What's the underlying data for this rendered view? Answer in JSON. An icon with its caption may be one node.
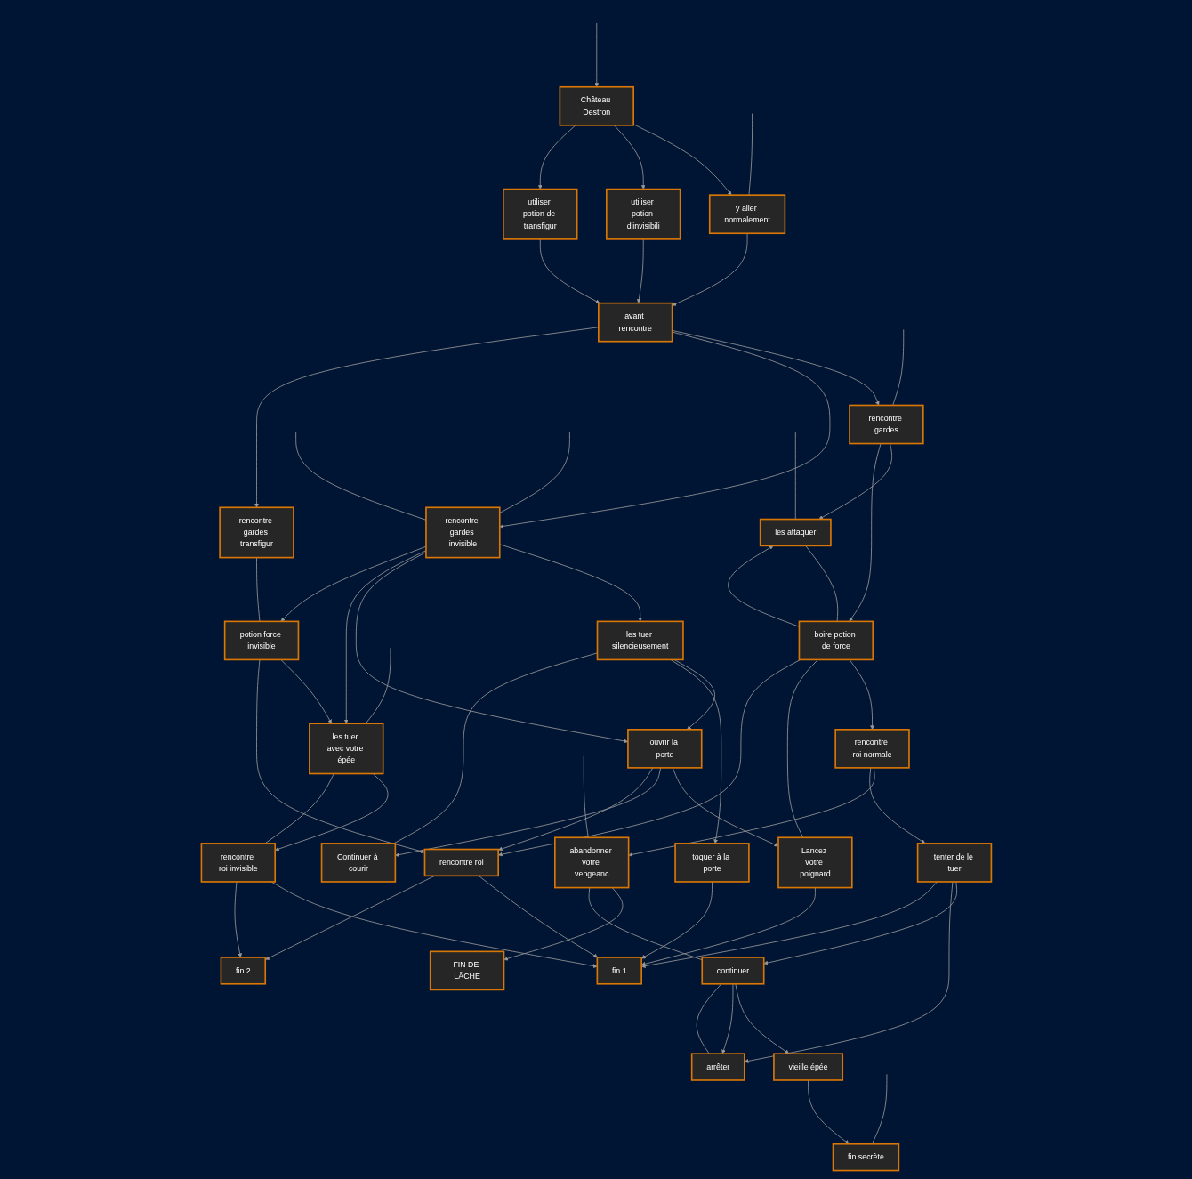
{
  "diagram": {
    "nodes": [
      {
        "text": [
          "Château Destron"
        ]
      },
      {
        "text": [
          "y aller normalement"
        ]
      },
      {
        "text": [
          "utiliser potion d'invisibili"
        ]
      },
      {
        "text": [
          "utiliser potion de transfigur"
        ]
      },
      {
        "text": [
          "avant rencontre"
        ]
      },
      {
        "text": [
          "rencontre gardes"
        ]
      },
      {
        "text": [
          "rencontre gardes invisible"
        ]
      },
      {
        "text": [
          "rencontre gardes transfigur"
        ]
      },
      {
        "text": [
          "les attaquer"
        ]
      },
      {
        "text": [
          "boire potion de force"
        ]
      },
      {
        "text": [
          "les tuer silencieusement"
        ]
      },
      {
        "text": [
          "ouvrir la porte"
        ]
      },
      {
        "text": [
          "les tuer avec votre épée"
        ]
      },
      {
        "text": [
          "potion force invisible"
        ]
      },
      {
        "text": [
          "rencontre roi normale"
        ]
      },
      {
        "text": [
          "toquer à la porte"
        ]
      },
      {
        "text": [
          "Lancez votre poignard"
        ]
      },
      {
        "text": [
          "Continuer à courir"
        ]
      },
      {
        "text": [
          "rencontre roi"
        ]
      },
      {
        "text": [
          "rencontre roi invisible"
        ]
      },
      {
        "text": [
          "abandonner votre vengeanc"
        ]
      },
      {
        "text": [
          "tenter de le tuer"
        ]
      },
      {
        "text": [
          "continuer"
        ]
      },
      {
        "text": [
          "vieille épée"
        ]
      },
      {
        "text": [
          "FIN DE LÂCHE"
        ]
      },
      {
        "text": [
          "fin secrète"
        ]
      },
      {
        "text": [
          "arrêter"
        ]
      },
      {
        "text": [
          "fin 1"
        ]
      },
      {
        "text": [
          "fin 2"
        ]
      }
    ],
    "edges": [
      {
        "from": null,
        "to": 0,
        "arrow": "to"
      },
      {
        "from": 0,
        "to": 1,
        "arrow": "to"
      },
      {
        "from": 0,
        "to": 2,
        "arrow": "to"
      },
      {
        "from": 0,
        "to": 3,
        "arrow": "to"
      },
      {
        "from": 1,
        "to": 4,
        "arrow": "to"
      },
      {
        "from": 2,
        "to": 4,
        "arrow": "to"
      },
      {
        "from": 3,
        "to": 4,
        "arrow": "to"
      },
      {
        "from": 4,
        "to": 5,
        "arrow": "to"
      },
      {
        "from": 4,
        "to": 6,
        "arrow": "to"
      },
      {
        "from": 4,
        "to": 7,
        "arrow": "to"
      },
      {
        "from": 5,
        "to": 8,
        "arrow": "to"
      },
      {
        "from": 5,
        "to": 9,
        "arrow": "to"
      },
      {
        "from": 9,
        "to": 8,
        "arrow": "to"
      },
      {
        "from": 8,
        "to": 9,
        "arrow": "none"
      },
      {
        "from": 9,
        "to": 14,
        "arrow": "to"
      },
      {
        "from": 9,
        "to": 16,
        "arrow": "none"
      },
      {
        "from": 6,
        "to": 10,
        "arrow": "to"
      },
      {
        "from": 6,
        "to": 11,
        "arrow": "to"
      },
      {
        "from": 6,
        "to": 12,
        "arrow": "to"
      },
      {
        "from": 6,
        "to": 13,
        "arrow": "to"
      },
      {
        "from": 10,
        "to": 11,
        "arrow": "to"
      },
      {
        "from": 13,
        "to": 12,
        "arrow": "to"
      },
      {
        "from": 7,
        "to": 13,
        "arrow": "none"
      },
      {
        "from": 10,
        "to": 15,
        "arrow": "to"
      },
      {
        "from": 10,
        "to": 17,
        "arrow": "none"
      },
      {
        "from": 11,
        "to": 16,
        "arrow": "to"
      },
      {
        "from": 11,
        "to": 17,
        "arrow": "to"
      },
      {
        "from": 11,
        "to": 18,
        "arrow": "to"
      },
      {
        "from": 13,
        "to": 18,
        "arrow": "to"
      },
      {
        "from": 9,
        "to": 18,
        "arrow": "to"
      },
      {
        "from": 12,
        "to": 19,
        "arrow": "to"
      },
      {
        "from": 12,
        "to": 19,
        "arrow": "none"
      },
      {
        "from": 14,
        "to": 20,
        "arrow": "to"
      },
      {
        "from": 14,
        "to": 21,
        "arrow": "to"
      },
      {
        "from": 21,
        "to": 22,
        "arrow": "to"
      },
      {
        "from": 21,
        "to": 26,
        "arrow": "to"
      },
      {
        "from": 21,
        "to": 27,
        "arrow": "to"
      },
      {
        "from": 20,
        "to": 24,
        "arrow": "to"
      },
      {
        "from": 20,
        "to": 22,
        "arrow": "none"
      },
      {
        "from": 22,
        "to": 23,
        "arrow": "to"
      },
      {
        "from": 22,
        "to": 26,
        "arrow": "to"
      },
      {
        "from": 22,
        "to": 26,
        "arrow": "none"
      },
      {
        "from": 23,
        "to": 25,
        "arrow": "to"
      },
      {
        "from": 15,
        "to": 27,
        "arrow": "to"
      },
      {
        "from": 16,
        "to": 27,
        "arrow": "to"
      },
      {
        "from": 18,
        "to": 27,
        "arrow": "to"
      },
      {
        "from": 19,
        "to": 27,
        "arrow": "to"
      },
      {
        "from": 18,
        "to": 28,
        "arrow": "to"
      },
      {
        "from": 19,
        "to": 28,
        "arrow": "to"
      },
      {
        "from": null,
        "to": 1,
        "arrow": "none"
      },
      {
        "from": null,
        "to": 5,
        "arrow": "none"
      },
      {
        "from": null,
        "to": 6,
        "arrow": "none"
      },
      {
        "from": null,
        "to": 6,
        "arrow": "none"
      },
      {
        "from": null,
        "to": 8,
        "arrow": "none"
      },
      {
        "from": null,
        "to": 12,
        "arrow": "none"
      },
      {
        "from": null,
        "to": 20,
        "arrow": "none"
      },
      {
        "from": null,
        "to": 25,
        "arrow": "none"
      }
    ]
  }
}
